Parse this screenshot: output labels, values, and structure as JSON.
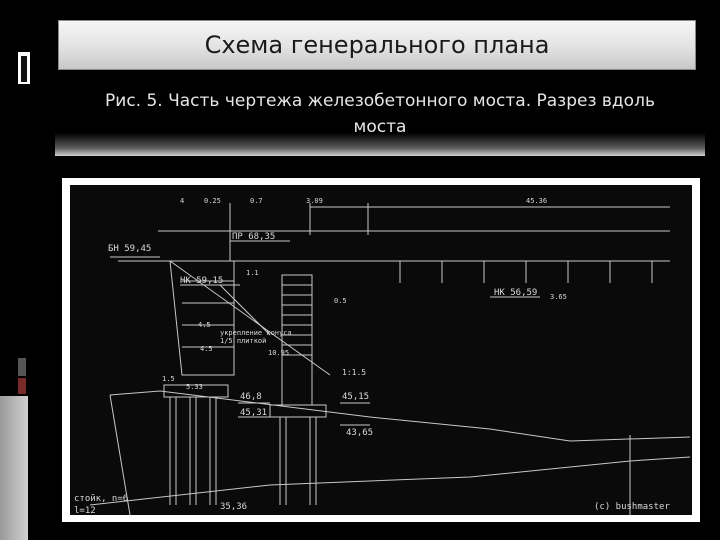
{
  "slide": {
    "title": "Схема генерального плана",
    "caption_line1": "Рис. 5. Часть чертежа железобетонного моста. Разрез вдоль",
    "caption_line2": "моста"
  },
  "drawing": {
    "labels": {
      "bn": "БН 59,45",
      "pr": "ПР 68,35",
      "nk1": "НК 59,15",
      "nk2": "НК 56,59",
      "m468": "46,8",
      "m4531": "45,31",
      "m4515": "45,15",
      "m4365": "43,65",
      "m3536": "35,36",
      "piles": "стойк, n=6",
      "l12": "l=12",
      "slope_note_1": "укрепление конуса",
      "slope_note_2": "1/5 плиткой",
      "d_025": "0.25",
      "d_07": "0.7",
      "d_309": "3.09",
      "d_4536": "45.36",
      "d_4": "4",
      "d_11": "1.1",
      "d_05": "0.5",
      "d_36": "3.65",
      "d_45a": "4.5",
      "d_45b": "4.5",
      "d_1095": "10.95",
      "d_533": "5.33",
      "d_15": "1.5",
      "d_ss": "1:1.5"
    },
    "watermark": "(c) bushmaster"
  },
  "colors": {
    "background": "#000000",
    "drawing_bg": "#0a0a0a",
    "lines": "#c8c8c8",
    "frame": "#ffffff"
  }
}
